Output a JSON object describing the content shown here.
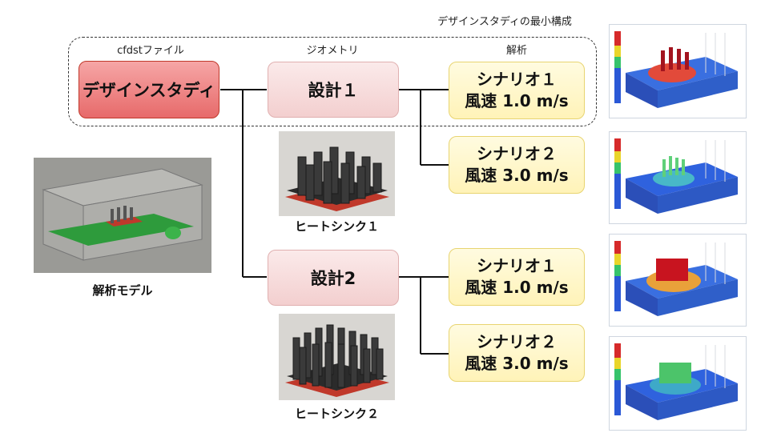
{
  "diagram": {
    "title": "デザインスタディの最小構成",
    "column_labels": {
      "file": "cfdstファイル",
      "geometry": "ジオメトリ",
      "analysis": "解析"
    },
    "study": "デザインスタディ",
    "designs": [
      {
        "label": "設計１",
        "heatsink": "ヒートシンク１",
        "scenarios": [
          {
            "name": "シナリオ１",
            "speed": "風速 1.0 m/s"
          },
          {
            "name": "シナリオ２",
            "speed": "風速 3.0 m/s"
          }
        ]
      },
      {
        "label": "設計2",
        "heatsink": "ヒートシンク２",
        "scenarios": [
          {
            "name": "シナリオ１",
            "speed": "風速 1.0 m/s"
          },
          {
            "name": "シナリオ２",
            "speed": "風速 3.0 m/s"
          }
        ]
      }
    ],
    "model_caption": "解析モデル",
    "colors": {
      "study_fill": "#e97777",
      "design_fill": "#f6dede",
      "scenario_fill": "#fff6c6",
      "scenario_border": "#e8d470"
    }
  }
}
